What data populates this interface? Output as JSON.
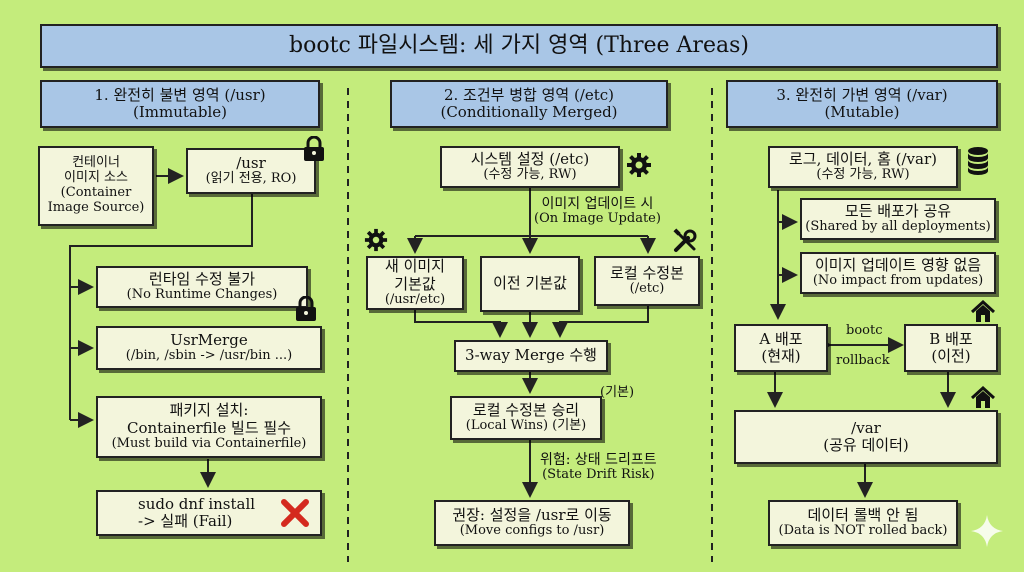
{
  "title": "bootc 파일시스템: 세 가지 영역 (Three Areas)",
  "col1": {
    "header": [
      "1. 완전히 불변 영역 (/usr)",
      "(Immutable)"
    ],
    "source": [
      "컨테이너",
      "이미지 소스",
      "(Container",
      "Image Source)"
    ],
    "usr": [
      "/usr",
      "(읽기 전용, RO)"
    ],
    "runtime": [
      "런타임 수정 불가",
      "(No Runtime Changes)"
    ],
    "usrmerge": [
      "UsrMerge",
      "(/bin, /sbin -> /usr/bin ...)"
    ],
    "pkg": [
      "패키지 설치:",
      "Containerfile 빌드 필수",
      "(Must build via Containerfile)"
    ],
    "dnf": [
      "sudo dnf install",
      "-> 실패 (Fail)"
    ]
  },
  "col2": {
    "header": [
      "2. 조건부 병합 영역 (/etc)",
      "(Conditionally Merged)"
    ],
    "sys": [
      "시스템 설정 (/etc)",
      "(수정 가능, RW)"
    ],
    "on_update": [
      "이미지 업데이트 시",
      "(On Image Update)"
    ],
    "new_default": [
      "새 이미지",
      "기본값",
      "(/usr/etc)"
    ],
    "old_default": [
      "이전 기본값"
    ],
    "local_mod": [
      "로컬 수정본",
      "(/etc)"
    ],
    "merge": [
      "3-way Merge 수행"
    ],
    "local_wins": [
      "로컬 수정본 승리",
      "(Local Wins) (기본)"
    ],
    "default_tag": "(기본)",
    "risk": [
      "위험: 상태 드리프트",
      "(State Drift Risk)"
    ],
    "recommend": [
      "권장: 설정을 /usr로 이동",
      "(Move configs to /usr)"
    ]
  },
  "col3": {
    "header": [
      "3. 완전히 가변 영역 (/var)",
      "(Mutable)"
    ],
    "logs": [
      "로그, 데이터, 홈 (/var)",
      "(수정 가능, RW)"
    ],
    "shared": [
      "모든 배포가 공유",
      "(Shared by all deployments)"
    ],
    "noimpact": [
      "이미지 업데이트 영향 없음",
      "(No impact from updates)"
    ],
    "a_deploy": [
      "A 배포",
      "(현재)"
    ],
    "b_deploy": [
      "B 배포",
      "(이전)"
    ],
    "bootc": "bootc",
    "rollback": "rollback",
    "var": [
      "/var",
      "(공유 데이터)"
    ],
    "norollback": [
      "데이터 롤백 안 됨",
      "(Data is NOT rolled back)"
    ]
  },
  "colors": {
    "background": "#c4ec7c",
    "header": "#a9c6e6",
    "box": "#f3f5dc",
    "fail": "#d42a1e"
  },
  "icons": [
    "lock-icon",
    "gear-icon",
    "tools-icon",
    "database-icon",
    "home-icon",
    "cross-icon",
    "sparkle-icon"
  ]
}
